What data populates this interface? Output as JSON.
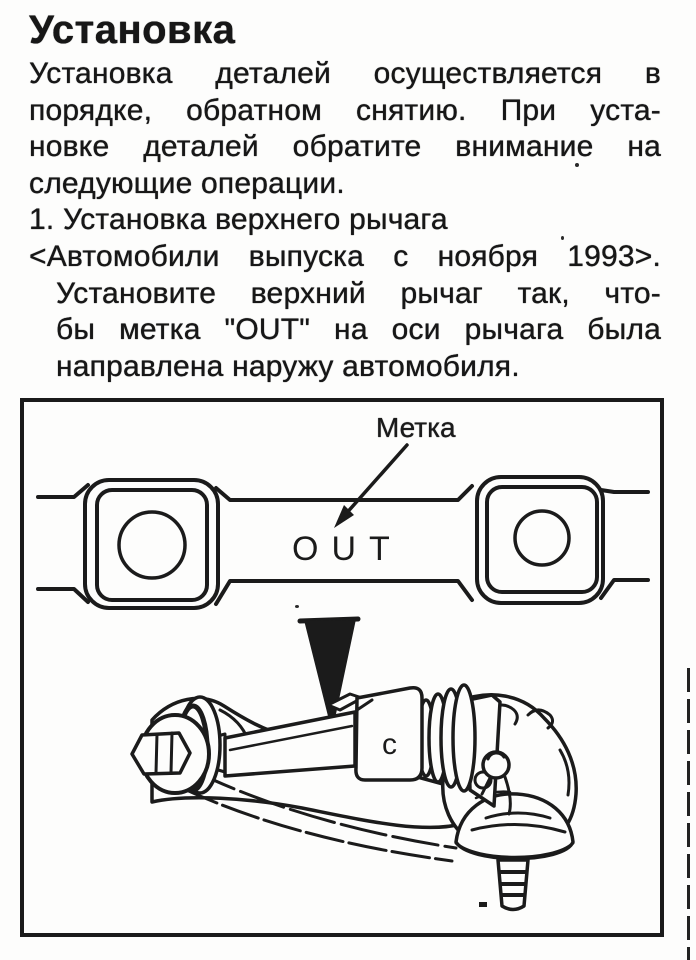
{
  "title": "Установка",
  "body": {
    "lines": [
      {
        "text": "Установка деталей осуществляется в"
      },
      {
        "text": "порядке, обратном снятию. При уста-"
      },
      {
        "text": "новке деталей обратите внимание на"
      },
      {
        "text": "следующие операции."
      },
      {
        "text": "1. Установка верхнего рычага"
      },
      {
        "text": "<Автомобили выпуска с ноября 1993>."
      },
      {
        "text": "Установите верхний рычаг так, что-"
      },
      {
        "text": "бы метка \"OUT\" на оси рычага была"
      },
      {
        "text": "направлена наружу автомобиля."
      }
    ]
  },
  "figure": {
    "label": "Метка",
    "mark": "OUT",
    "block_letter": "c"
  },
  "colors": {
    "ink": "#171717",
    "paper": "#fdfdfc"
  }
}
